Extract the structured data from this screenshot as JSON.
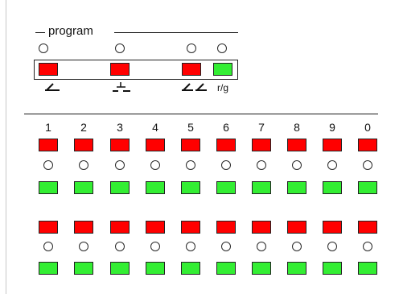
{
  "program": {
    "label": "program",
    "rg_label": "r/g",
    "buttons": [
      {
        "color": "red",
        "symbol": "single-turnout-icon"
      },
      {
        "color": "red",
        "symbol": "crossing-icon"
      },
      {
        "color": "red",
        "symbol": "double-turnout-icon"
      },
      {
        "color": "green",
        "symbol": "rg-label"
      }
    ]
  },
  "numbers": [
    "1",
    "2",
    "3",
    "4",
    "5",
    "6",
    "7",
    "8",
    "9",
    "0"
  ],
  "colors": {
    "red": "#ff0000",
    "green": "#33ee33",
    "outline": "#222222"
  }
}
